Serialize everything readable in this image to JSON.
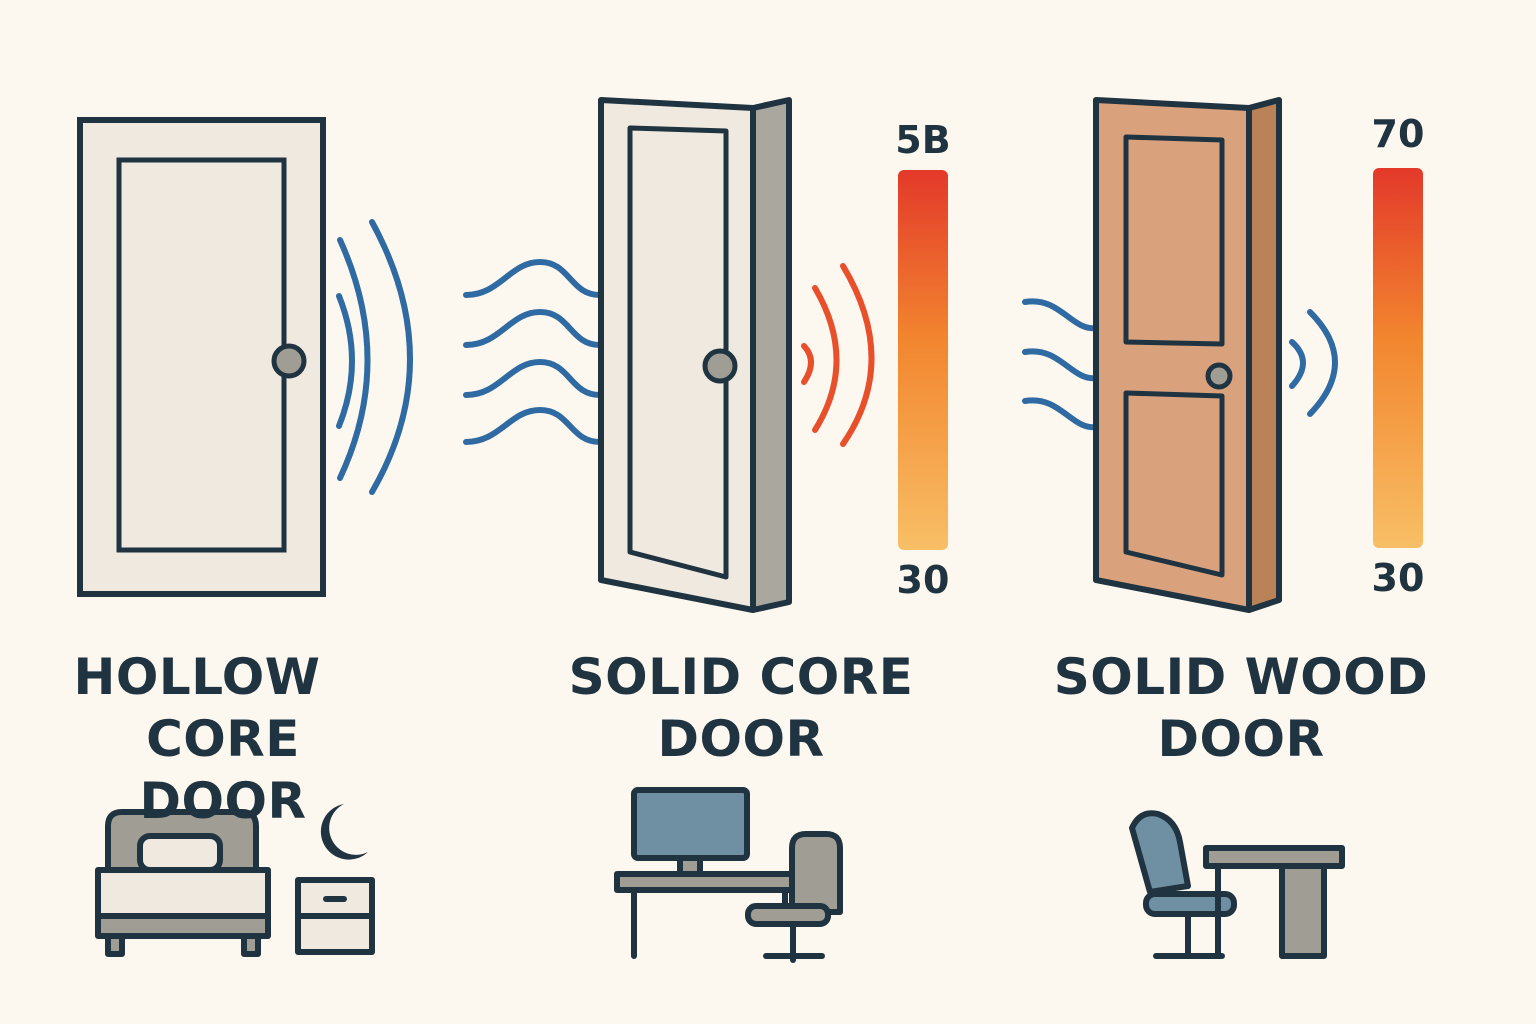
{
  "colors": {
    "background": "#fdf8ef",
    "outline": "#1f3340",
    "door_light": "#efe9df",
    "door_edge": "#aaa79f",
    "wood": "#d9a27c",
    "wood_edge": "#b98257",
    "sound_blue": "#2f6aa3",
    "sound_red": "#e8502c",
    "gradient_top": "#e3392a",
    "gradient_bottom": "#f8bf66",
    "furniture_grey": "#a09d95",
    "screen_blue": "#6f8fa2"
  },
  "doors": [
    {
      "id": "hollow-core",
      "title_line1": "HOLLOW",
      "title_line2": "CORE DOOR",
      "room_icons": [
        "bed-icon",
        "nightstand-icon",
        "moon-icon"
      ]
    },
    {
      "id": "solid-core",
      "title_line1": "SOLID CORE",
      "title_line2": "DOOR",
      "scale_top": "5B",
      "scale_bottom": "30",
      "room_icons": [
        "computer-monitor-icon",
        "desk-icon",
        "office-chair-icon"
      ]
    },
    {
      "id": "solid-wood",
      "title_line1": "SOLID WOOD",
      "title_line2": "DOOR",
      "scale_top": "70",
      "scale_bottom": "30",
      "room_icons": [
        "office-chair-icon",
        "desk-icon"
      ]
    }
  ]
}
